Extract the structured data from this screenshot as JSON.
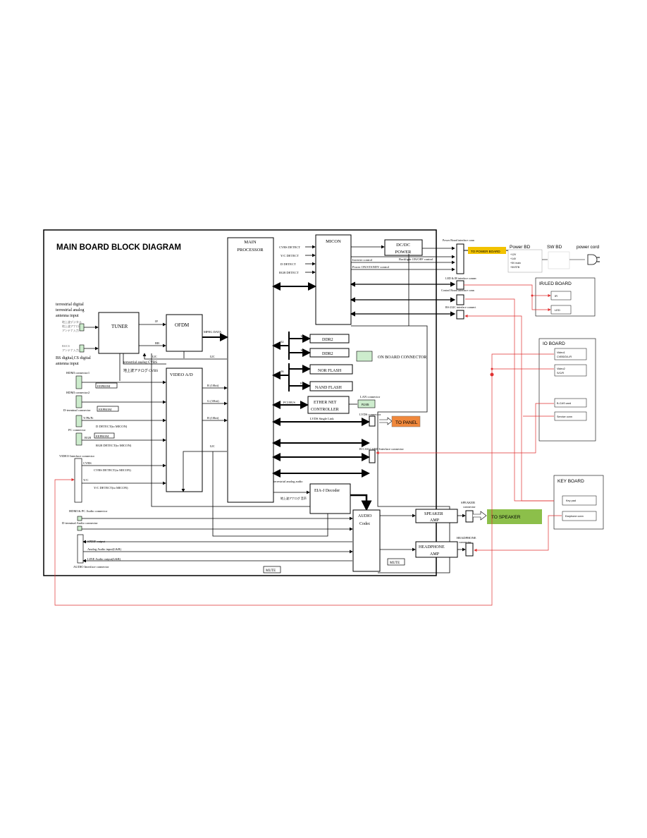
{
  "title": "MAIN BOARD BLOCK DIAGRAM",
  "blocks": {
    "main_processor": "MAIN PROCESSOR",
    "micon": "MICON",
    "dcdc": "DC/DC POWER",
    "tuner": "TUNER",
    "ofdm": "OFDM",
    "video_ad": "VIDEO A/D",
    "ddr2_a": "DDR2",
    "ddr2_b": "DDR2",
    "nor": "NOR FLASH",
    "nand": "NAND FLASH",
    "ether": "ETHER NET CONTROLLER",
    "rj45": "RJ45",
    "eia": "EIA-J Decoder",
    "audio_codec": "AUDIO Codec",
    "spk_amp": "SPEAKER AMP",
    "hp_amp": "HEADPHONE AMP",
    "mute1": "MUTE",
    "mute2": "MUTE",
    "eeprom1": "EEPROM",
    "eeprom2": "EEPROM",
    "eeprom3": "EEPROM"
  },
  "labels": {
    "cvbs_detect": "CVBS DETECT",
    "yc_detect": "Y/C DETECT",
    "d_detect": "D DETECT",
    "rgb_detect": "RGB DETECT",
    "inverter": "Inverter control",
    "power_on": "Power ON/STANDY control",
    "backlight": "Backlight ON/OFF control",
    "if": "IF",
    "bb": "BB",
    "i2c_a": "I2C",
    "i2c_b": "I2C",
    "i2c_c": "I2C",
    "mpeg": "MPEG DATA",
    "analog_cvbs": "terrestrial analog CVBS",
    "analog_cvbs_jp": "地上波アナログ CVBS",
    "r10": "R (10bit)",
    "g10": "G (10bit)",
    "b10": "B (10bit)",
    "bus32": "32",
    "bus16a": "16",
    "bus16b": "16",
    "bus16c": "16",
    "bus8": "8",
    "pci": "PCI BUS",
    "lan": "LAN connector",
    "lvds": "LVDS Single Link",
    "lvds_conn": "LVDS connector",
    "bcas": "B-CAS CARD Interface connector",
    "analog_audio": "terrestrial analog audio",
    "analog_audio_jp": "地上波アナログ 音声",
    "ant_en": "terrestrial digital terrestrial analog antenna input",
    "ant_jp1": "地上波デジタル",
    "ant_jp2": "地上波アナログ",
    "ant_jp3": "アンテナ入力",
    "bs_jp1": "BS/CS",
    "bs_jp2": "アンテナ入力",
    "bs_en": "BS digital,CS digital antenna input",
    "hdmi1": "HDMI connector1",
    "hdmi2": "HDMI connector2",
    "dterm": "D-terminal connector",
    "ypbpr": "Y/Pb/Pr",
    "d_detect_micon": "D DETECT(to MICON)",
    "pc": "PC connector",
    "rgb": "RGB",
    "rgb_detect_micon": "RGB DETECT(to MICON)",
    "video_if": "VIDEO Interface connector",
    "cvbs": "CVBS",
    "cvbs_detect_micon": "CVBS DETECT(to MICON)",
    "yc": "Y/C",
    "yc_detect_micon": "Y/C DETECT(to MICON)",
    "hdmi_pc_audio": "HDMI & PC Audio connector",
    "dterm_audio": "D-terminal Audio connector",
    "spdif": "SPDIF output",
    "analog_in": "Analog Audio input(L&R)",
    "line_out": "LINE Audio output(L&R)",
    "audio_if": "AUDIO Interface connector",
    "onboard": "ON BOARD CONNECTOR",
    "power_if": "Power Board interface conn",
    "led_if": "LED & IR interface connec",
    "control_if": "Control Board interface conn",
    "rs232": "RS-232C interface connect",
    "spk_conn": "SPEAKER connector",
    "hp_conn": "HEADPHONE connector"
  },
  "external": {
    "to_panel": "TO PANEL",
    "to_speaker": "TO SPEAKER",
    "to_power": "TO POWER BOARD",
    "power_bd": "Power BD",
    "sw_bd": "SW BD",
    "power_cord": "power cord",
    "v12": "+12V",
    "v14": "+14V",
    "v5main": "+5V main",
    "v5stb": "+5VSTB",
    "irled_board": "IR/LED BOARD",
    "ir": "IR",
    "led": "LED",
    "io_board": "IO BOARD",
    "video1": "Video1 CVBS/D/L/R",
    "video2": "Video2 S/C/R",
    "bcas_card": "B-CAS card",
    "service": "Service conn",
    "key_board": "KEY BOARD",
    "keypad": "Key pad",
    "earphone": "Earphone conn"
  },
  "colors": {
    "line": "#000000",
    "red": "#e03030",
    "panel_orange": "#f0883c",
    "speaker_green": "#8cbf4a",
    "power_yellow": "#f2c200",
    "onboard_green": "#cdeccd"
  }
}
